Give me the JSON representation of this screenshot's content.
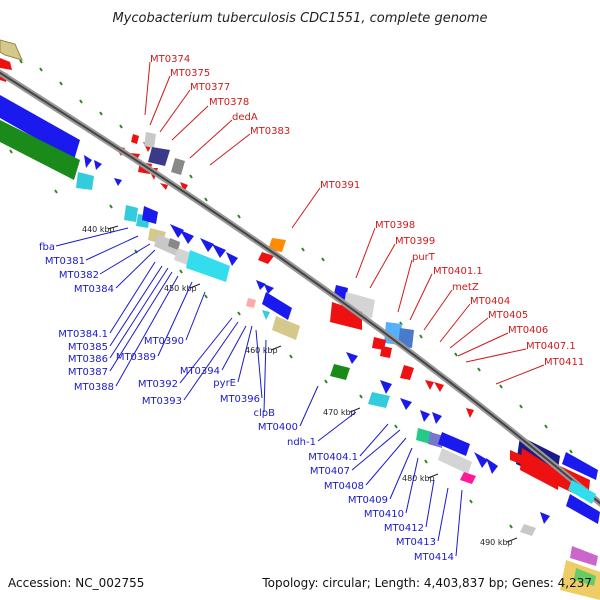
{
  "title": "Mycobacterium tuberculosis CDC1551, complete genome",
  "footer": {
    "accession": "Accession: NC_002755",
    "topology": "Topology: circular; Length: 4,403,837 bp; Genes: 4,237"
  },
  "ticks": [
    "440 kbp",
    "450 kbp",
    "460 kbp",
    "470 kbp",
    "480 kbp",
    "490 kbp"
  ],
  "labels_red": [
    "MT0374",
    "MT0375",
    "MT0377",
    "MT0378",
    "dedA",
    "MT0383",
    "MT0391",
    "MT0398",
    "MT0399",
    "purT",
    "MT0401.1",
    "metZ",
    "MT0404",
    "MT0405",
    "MT0406",
    "MT0407.1",
    "MT0411"
  ],
  "labels_blue": [
    "fba",
    "MT0381",
    "MT0382",
    "MT0384",
    "MT0384.1",
    "MT0385",
    "MT0386",
    "MT0387",
    "MT0388",
    "MT0389",
    "MT0390",
    "MT0392",
    "MT0393",
    "MT0394",
    "pyrE",
    "MT0396",
    "clpB",
    "MT0400",
    "ndh-1",
    "MT0404.1",
    "MT0407",
    "MT0408",
    "MT0409",
    "MT0410",
    "MT0412",
    "MT0413",
    "MT0414"
  ],
  "colors": {
    "forward_label": "#d11a1a",
    "reverse_label": "#1a1acc",
    "backbone": "#888888",
    "gc_skew": "#2a7a1a"
  }
}
